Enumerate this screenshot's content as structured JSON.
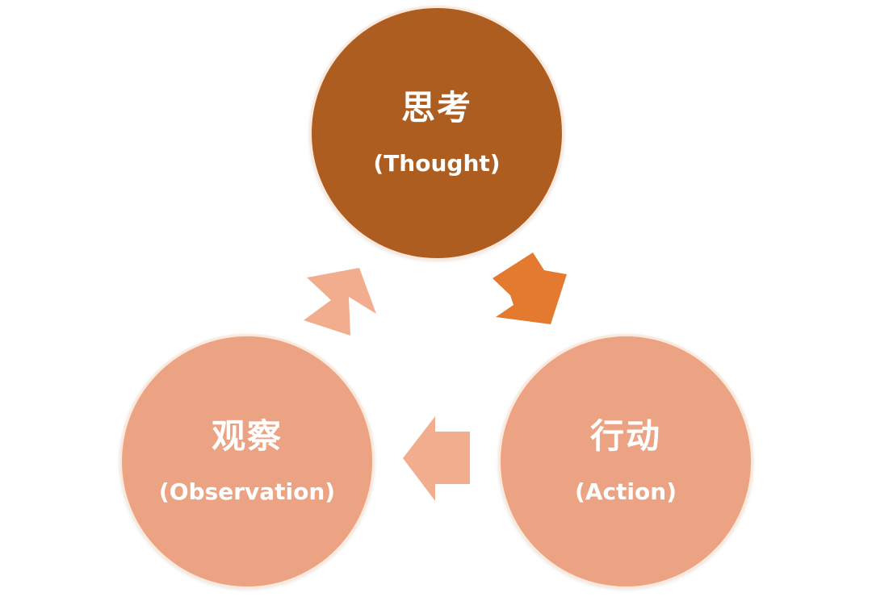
{
  "diagram": {
    "nodes": {
      "thought": {
        "zh": "思考",
        "en": "(Thought)",
        "color": "#ae5d21"
      },
      "action": {
        "zh": "行动",
        "en": "(Action)",
        "color": "#eca383"
      },
      "observation": {
        "zh": "观察",
        "en": "(Observation)",
        "color": "#eca383"
      }
    },
    "arrows": [
      {
        "from": "thought",
        "to": "action",
        "color": "#e47a2f"
      },
      {
        "from": "action",
        "to": "observation",
        "color": "#f2ad8e"
      },
      {
        "from": "observation",
        "to": "thought",
        "color": "#f2ad8e"
      }
    ]
  }
}
